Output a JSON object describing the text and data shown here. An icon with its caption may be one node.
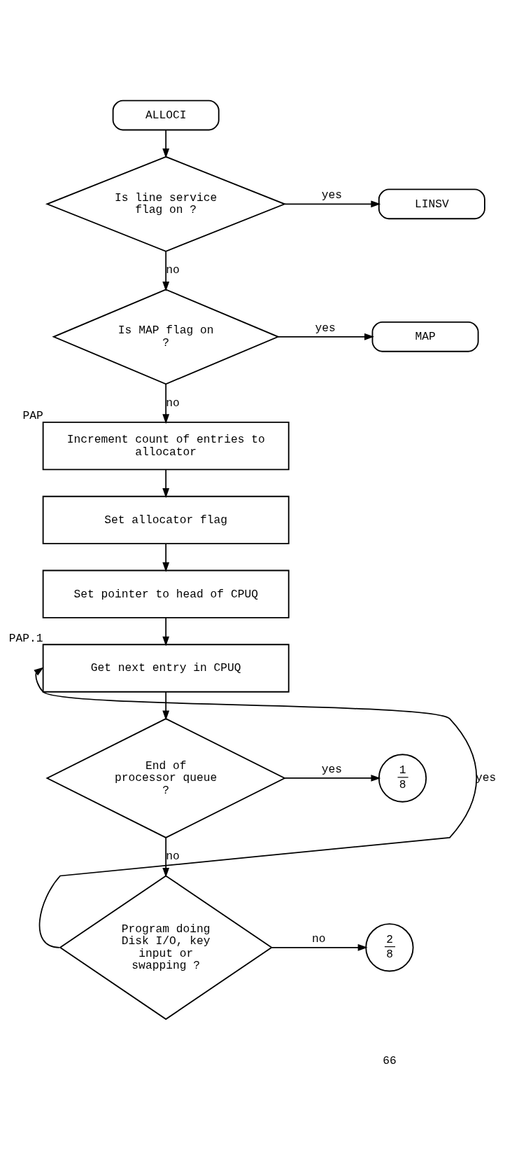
{
  "diagram": {
    "nodes": [
      {
        "text": [
          "ALLOCI"
        ]
      },
      {
        "text": [
          "Is line service flag on ?"
        ]
      },
      {
        "text": [
          "LINSV"
        ]
      },
      {
        "text": [
          "Is MAP flag on ?"
        ]
      },
      {
        "text": [
          "MAP"
        ]
      },
      {
        "text": [
          "Increment count of entries to allocator"
        ],
        "beside": [
          "PAP"
        ]
      },
      {
        "text": [
          "Set allocator flag"
        ]
      },
      {
        "text": [
          "Set pointer to head of CPUQ"
        ]
      },
      {
        "text": [
          "Get next entry in CPUQ"
        ],
        "beside": [
          "PAP.1"
        ]
      },
      {
        "text": [
          "End of processor queue ?"
        ]
      },
      {
        "text": [
          "1",
          "8"
        ]
      },
      {
        "text": [
          "Program doing Disk I/O, key input or swapping ?"
        ]
      },
      {
        "text": [
          "2",
          "8"
        ]
      }
    ],
    "edges": [
      {
        "from": 0,
        "to": 1,
        "arrow": "to"
      },
      {
        "from": 1,
        "to": 2,
        "arrow": "to",
        "label": "yes"
      },
      {
        "from": 1,
        "to": 3,
        "arrow": "to",
        "label": "no"
      },
      {
        "from": 3,
        "to": 4,
        "arrow": "to",
        "label": "yes"
      },
      {
        "from": 3,
        "to": 5,
        "arrow": "to",
        "label": "no"
      },
      {
        "from": 5,
        "to": 6,
        "arrow": "to"
      },
      {
        "from": 6,
        "to": 7,
        "arrow": "to"
      },
      {
        "from": 7,
        "to": 8,
        "arrow": "to"
      },
      {
        "from": 8,
        "to": 9,
        "arrow": "to"
      },
      {
        "from": 9,
        "to": 10,
        "arrow": "to",
        "label": "yes"
      },
      {
        "from": 9,
        "to": 11,
        "arrow": "to",
        "label": "no"
      },
      {
        "from": 11,
        "to": 12,
        "arrow": "to",
        "label": "no"
      },
      {
        "from": 11,
        "to": 8,
        "arrow": "to",
        "label": "yes"
      }
    ],
    "labels": [
      "66"
    ]
  }
}
